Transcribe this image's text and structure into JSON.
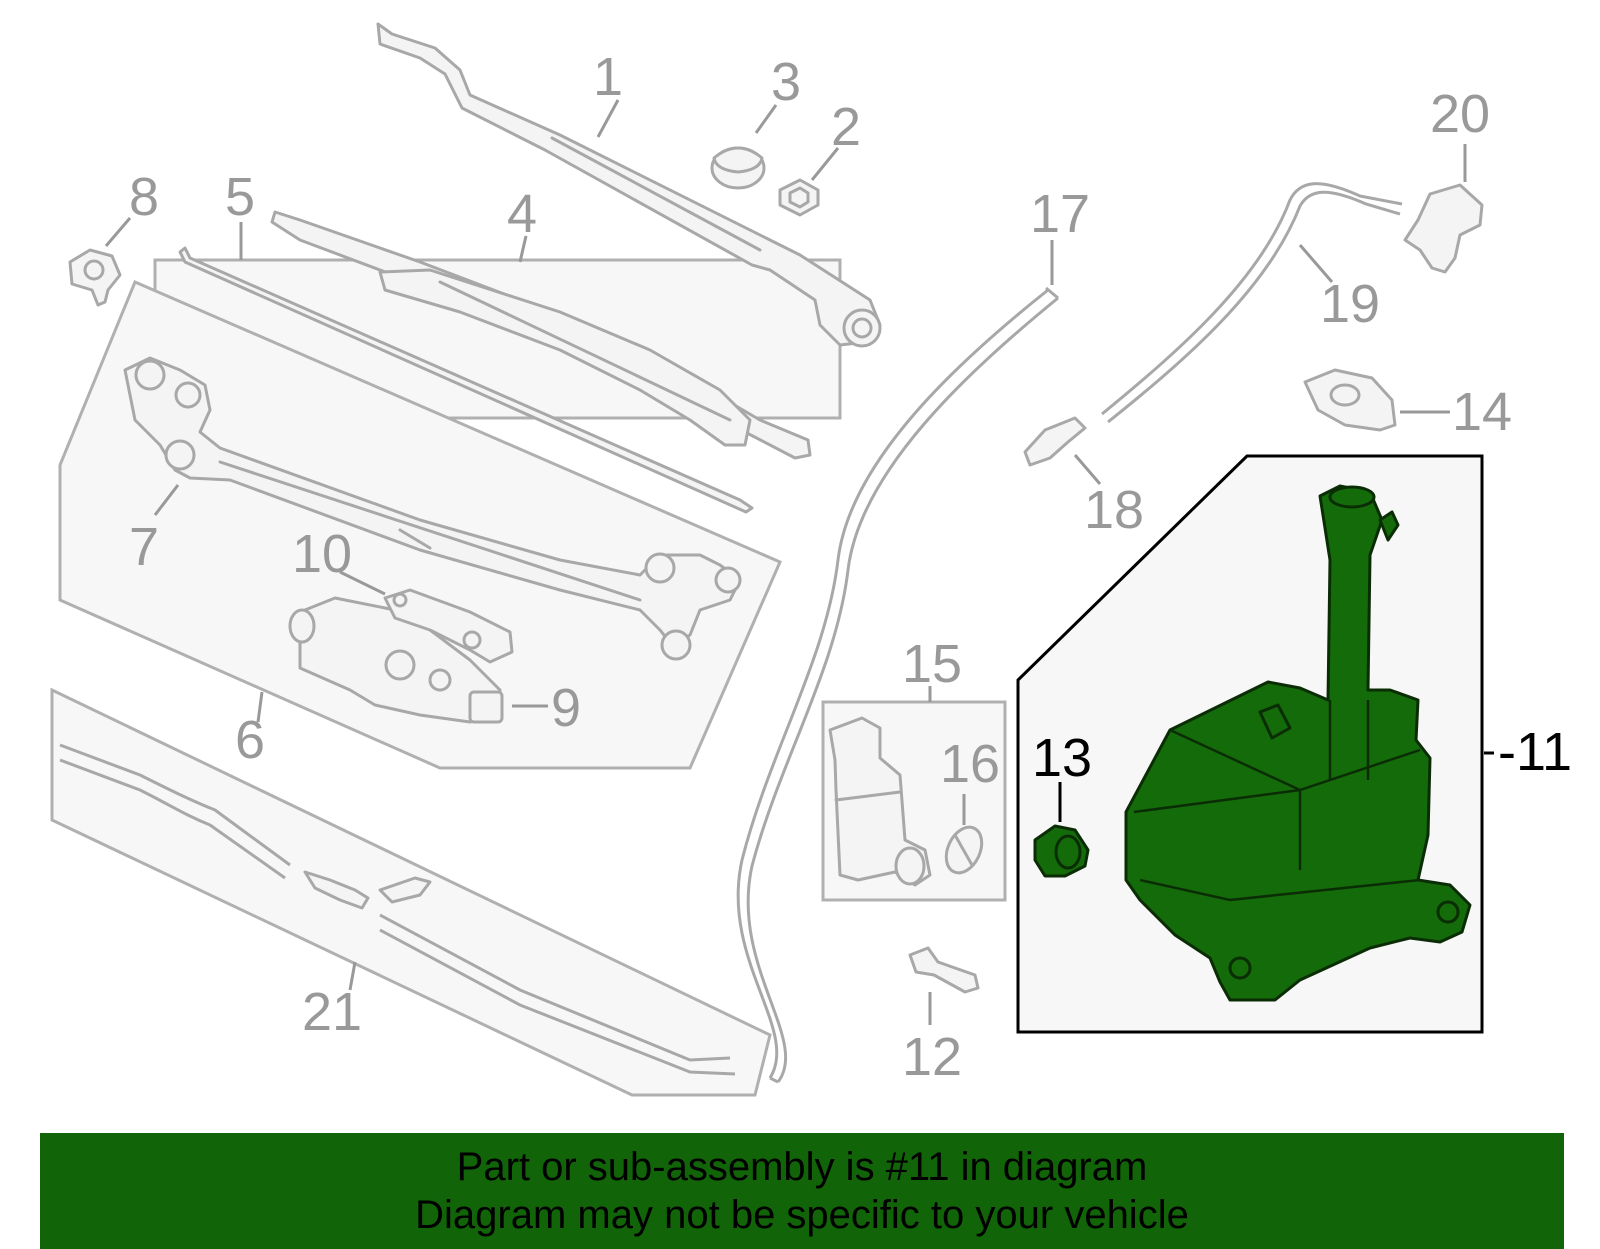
{
  "diagram": {
    "callouts": {
      "c1": "1",
      "c2": "2",
      "c3": "3",
      "c4": "4",
      "c5": "5",
      "c6": "6",
      "c7": "7",
      "c8": "8",
      "c9": "9",
      "c10": "10",
      "c11": "-11",
      "c12": "12",
      "c13": "13",
      "c14": "14",
      "c15": "15",
      "c16": "16",
      "c17": "17",
      "c18": "18",
      "c19": "19",
      "c20": "20",
      "c21": "21"
    },
    "highlight_part": "11",
    "colors": {
      "highlight_fill": "#146b0a",
      "banner_bg": "#116407",
      "inactive_text": "#999999",
      "active_text": "#000000"
    }
  },
  "banner": {
    "line1": "Part or sub-assembly is #11 in diagram",
    "line2": "Diagram may not be specific to your vehicle"
  }
}
